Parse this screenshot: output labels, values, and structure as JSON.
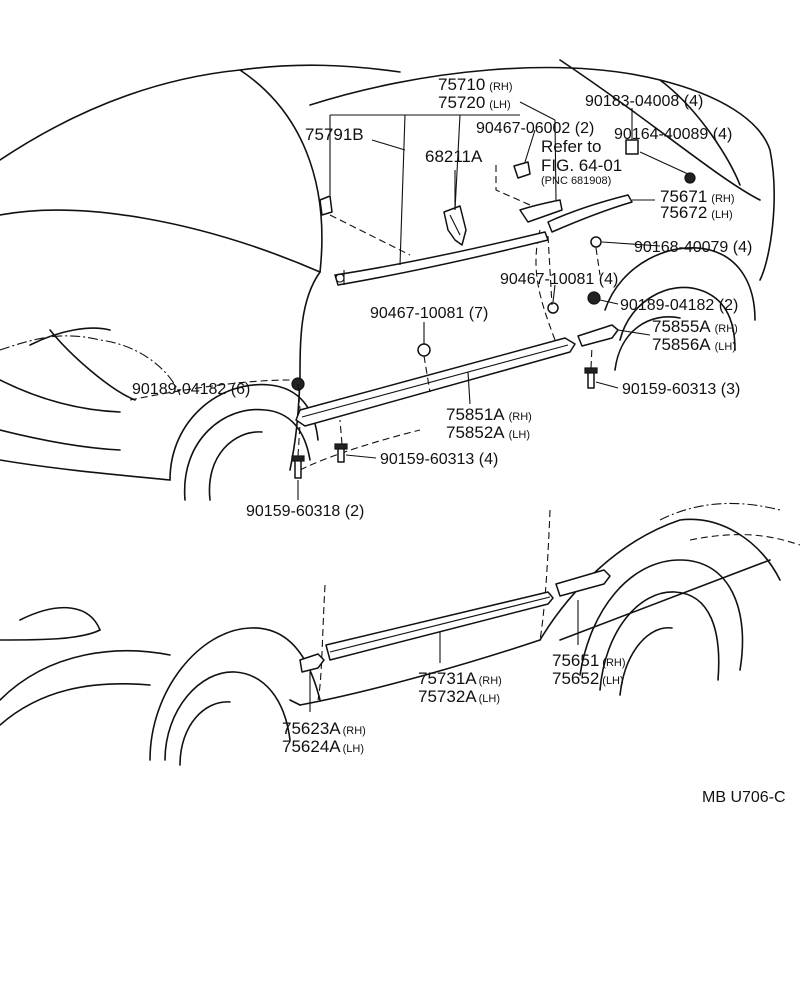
{
  "diagram": {
    "footer_code": "MB U706-C",
    "top_labels": {
      "p75710": "75710",
      "p75710_side": "(RH)",
      "p75720": "75720",
      "p75720_side": "(LH)",
      "p90183": "90183-04008 (4)",
      "p75791B": "75791B",
      "p90467a": "90467-06002 (2)",
      "p90164": "90164-40089 (4)",
      "p68211A": "68211A",
      "refer_to": "Refer to",
      "fig_ref": "FIG. 64-01",
      "pnc_ref": "(PNC 681908)",
      "p75671": "75671",
      "p75671_side": "(RH)",
      "p75672": "75672",
      "p75672_side": "(LH)",
      "p90168": "90168-40079 (4)",
      "p90467b": "90467-10081 (4)",
      "p90189a": "90189-04182 (2)",
      "p90467c": "90467-10081 (7)",
      "p75855A": "75855A",
      "p75855A_side": "(RH)",
      "p75856A": "75856A",
      "p75856A_side": "(LH)",
      "p90189b": "90189-04182 (6)",
      "p90159a": "90159-60313 (3)",
      "p75851A": "75851A",
      "p75851A_side": "(RH)",
      "p75852A": "75852A",
      "p75852A_side": "(LH)",
      "p90159b": "90159-60313 (4)",
      "p90159c": "90159-60318 (2)"
    },
    "bottom_labels": {
      "p75651": "75651",
      "p75651_side": "(RH)",
      "p75652": "75652",
      "p75652_side": "(LH)",
      "p75731A": "75731A",
      "p75731A_side": "(RH)",
      "p75732A": "75732A",
      "p75732A_side": "(LH)",
      "p75623A": "75623A",
      "p75623A_side": "(RH)",
      "p75624A": "75624A",
      "p75624A_side": "(LH)"
    }
  }
}
